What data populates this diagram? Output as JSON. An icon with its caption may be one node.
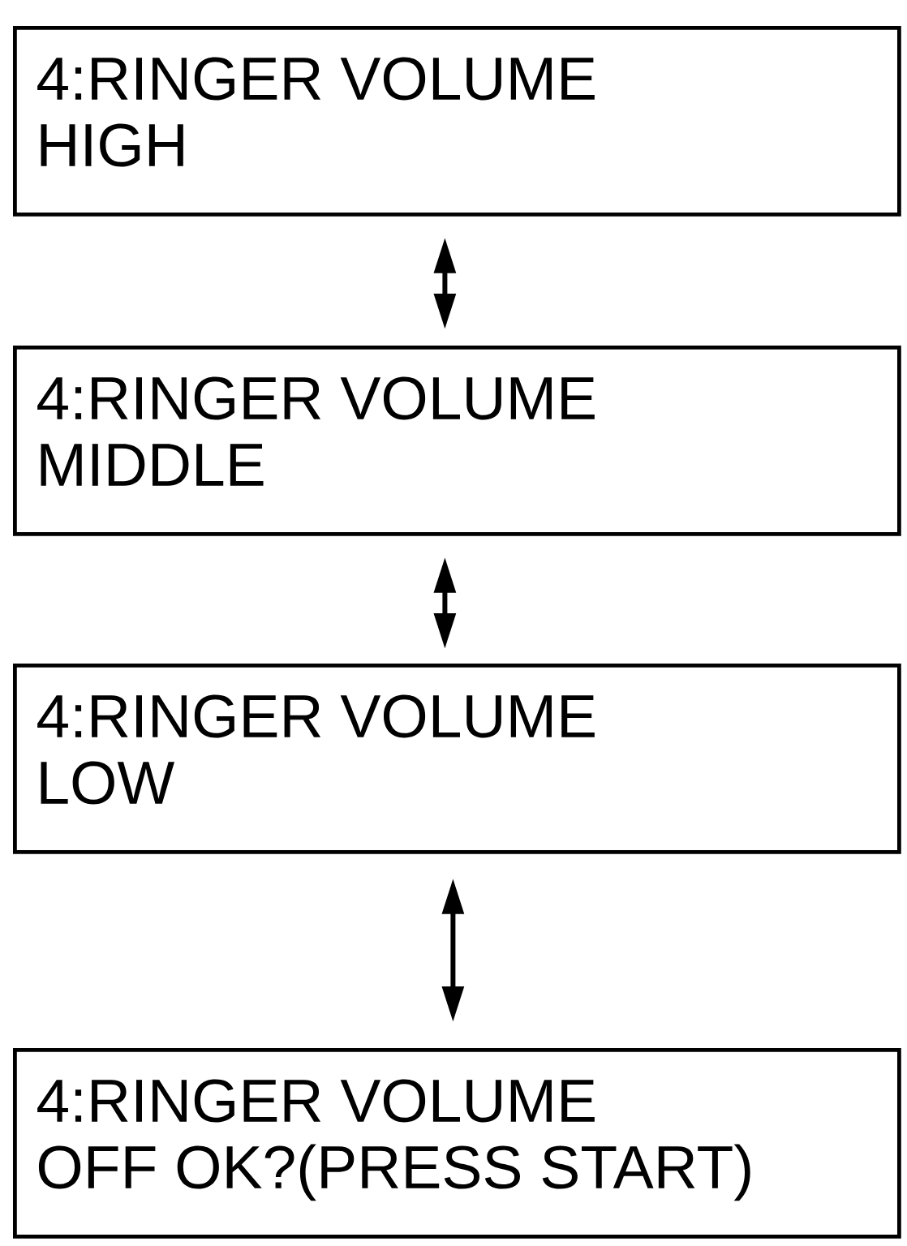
{
  "diagram": {
    "nodes": [
      {
        "text": [
          "4:RINGER VOLUME",
          "HIGH"
        ]
      },
      {
        "text": [
          "4:RINGER VOLUME",
          "MIDDLE"
        ]
      },
      {
        "text": [
          "4:RINGER VOLUME",
          "LOW"
        ]
      },
      {
        "text": [
          "4:RINGER VOLUME",
          "OFF OK?(PRESS START)"
        ]
      }
    ],
    "edges": [
      {
        "from": 0,
        "to": 1,
        "arrow": "both"
      },
      {
        "from": 1,
        "to": 2,
        "arrow": "both"
      },
      {
        "from": 2,
        "to": 3,
        "arrow": "both"
      }
    ]
  }
}
